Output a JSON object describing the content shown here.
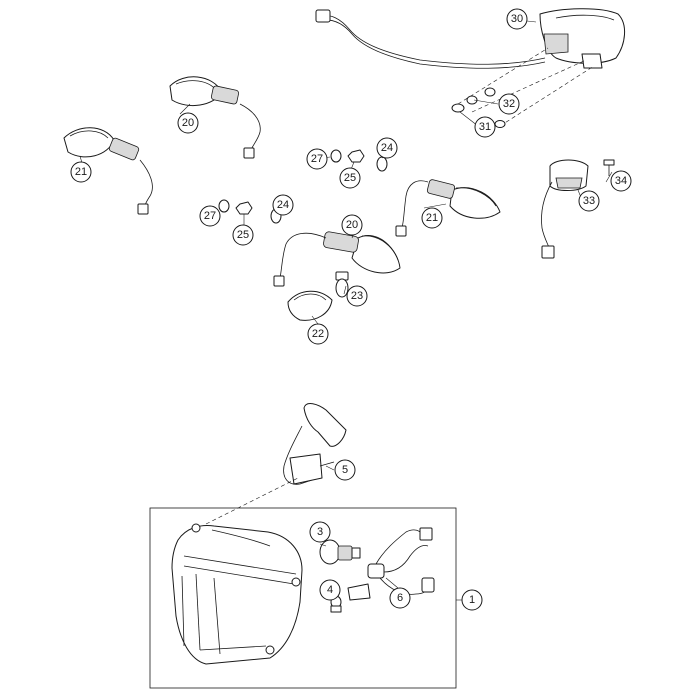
{
  "diagram": {
    "callouts": {
      "p1": "1",
      "p3": "3",
      "p4": "4",
      "p5": "5",
      "p6": "6",
      "p20a": "20",
      "p20b": "20",
      "p21a": "21",
      "p21b": "21",
      "p22": "22",
      "p23": "23",
      "p24a": "24",
      "p24b": "24",
      "p25a": "25",
      "p25b": "25",
      "p27a": "27",
      "p27b": "27",
      "p30": "30",
      "p31": "31",
      "p32": "32",
      "p33": "33",
      "p34": "34"
    }
  }
}
